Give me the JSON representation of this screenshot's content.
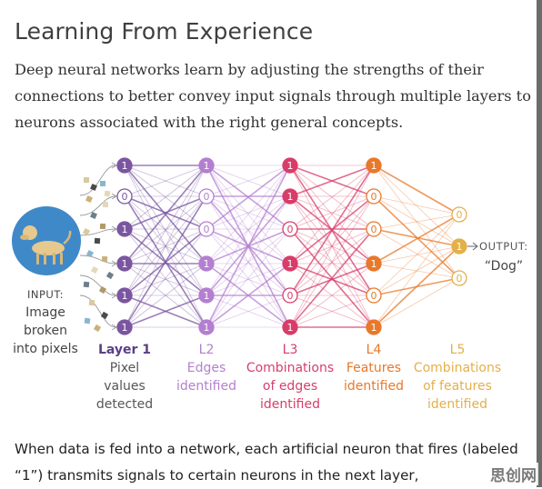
{
  "title": "Learning From Experience",
  "subtitle": "Deep neural networks learn by adjusting the strengths of their connections to better convey input signals through multiple layers to neurons associated with the right general concepts.",
  "input": {
    "label": "INPUT:",
    "lines": [
      "Image",
      "broken",
      "into pixels"
    ]
  },
  "output": {
    "label": "OUTPUT:",
    "value": "“Dog”"
  },
  "colors": {
    "L1": "#7a56a0",
    "L2": "#b47fd0",
    "L3": "#d83d6a",
    "L4": "#e8782a",
    "L5": "#e3b04a",
    "inactive_stroke": "#9a9a9a"
  },
  "layers": [
    {
      "name": "Layer 1",
      "desc": [
        "Pixel",
        "values",
        "detected"
      ],
      "neurons": [
        "1",
        "0",
        "1",
        "1",
        "1",
        "1"
      ]
    },
    {
      "name": "L2",
      "desc": [
        "Edges",
        "identified"
      ],
      "neurons": [
        "1",
        "0",
        "0",
        "1",
        "1",
        "1"
      ]
    },
    {
      "name": "L3",
      "desc": [
        "Combinations",
        "of edges",
        "identified"
      ],
      "neurons": [
        "1",
        "1",
        "0",
        "1",
        "0",
        "1"
      ]
    },
    {
      "name": "L4",
      "desc": [
        "Features",
        "identified"
      ],
      "neurons": [
        "1",
        "0",
        "0",
        "1",
        "0",
        "1"
      ]
    },
    {
      "name": "L5",
      "desc": [
        "Combinations",
        "of features",
        "identified"
      ],
      "neurons": [
        "0",
        "1",
        "0"
      ]
    }
  ],
  "caption": "When data is fed into a network, each artificial neuron that fires (labeled “1”) transmits signals to certain neurons in the next layer,",
  "watermark": "思创网",
  "icons": {
    "dog": "dog-image-icon",
    "pixels": "pixel-squares-icon"
  }
}
